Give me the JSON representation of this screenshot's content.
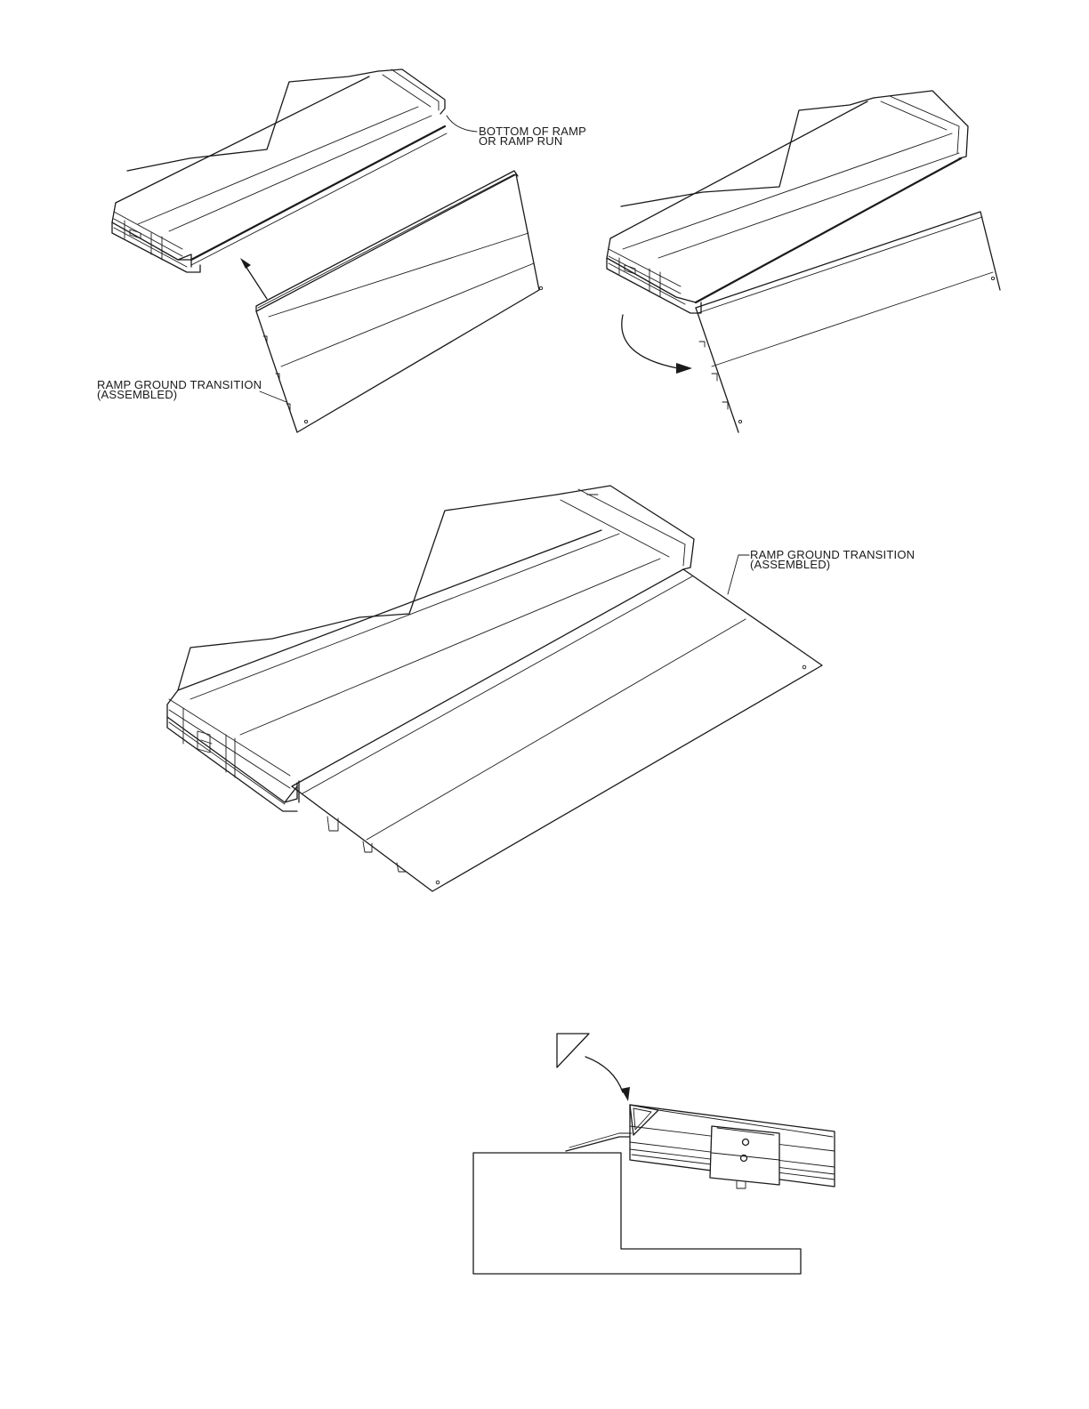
{
  "labels": {
    "bottom_of_ramp_1": "BOTTOM OF RAMP",
    "bottom_of_ramp_2": "OR RAMP RUN",
    "transition_1a": "RAMP GROUND TRANSITION",
    "transition_1b": "(ASSEMBLED)",
    "transition_2a": "RAMP GROUND TRANSITION",
    "transition_2b": "(ASSEMBLED)"
  },
  "colors": {
    "line": "#1a1a1a",
    "paper": "#ffffff"
  },
  "icons": [
    "curved-arrow-icon",
    "wedge-icon"
  ]
}
